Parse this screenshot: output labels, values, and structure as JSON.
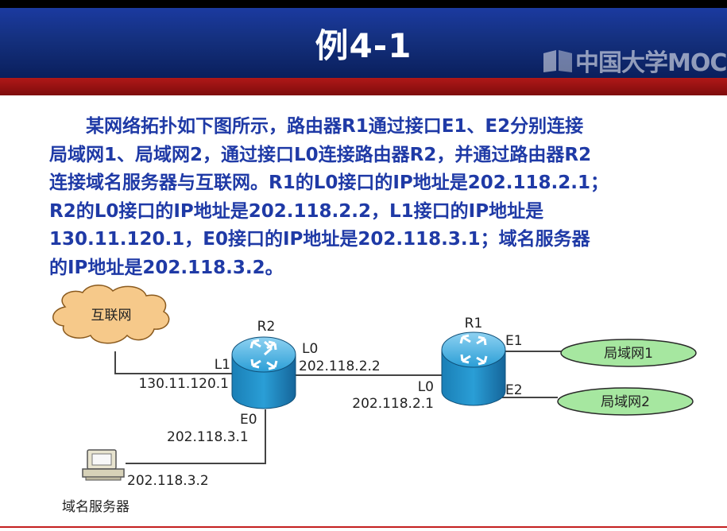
{
  "slide": {
    "title": "例4-1",
    "logo_text": "中国大学MOC"
  },
  "problem": {
    "lines": [
      "某网络拓扑如下图所示，路由器R1通过接口E1、E2分别连接",
      "局域网1、局域网2，通过接口L0连接路由器R2，并通过路由器R2",
      "连接域名服务器与互联网。R1的L0接口的IP地址是202.118.2.1；",
      "R2的L0接口的IP地址是202.118.2.2，L1接口的IP地址是",
      "130.11.120.1，E0接口的IP地址是202.118.3.1；域名服务器",
      "的IP地址是202.118.3.2。"
    ]
  },
  "topology": {
    "internet_label": "互联网",
    "router_r2": {
      "name": "R2"
    },
    "router_r1": {
      "name": "R1"
    },
    "r2_l1_label": "L1",
    "r2_l1_ip": "130.11.120.1",
    "r2_l0_label": "L0",
    "r2_l0_ip": "202.118.2.2",
    "r2_e0_label": "E0",
    "r2_e0_ip": "202.118.3.1",
    "r1_l0_label": "L0",
    "r1_l0_ip": "202.118.2.1",
    "r1_e1_label": "E1",
    "r1_e2_label": "E2",
    "lan1_label": "局域网1",
    "lan2_label": "局域网2",
    "dns_ip": "202.118.3.2",
    "dns_label": "域名服务器",
    "colors": {
      "router": "#1f8fc7",
      "lan_fill": "#a6e7a0",
      "cloud_fill": "#f6c98a"
    }
  }
}
